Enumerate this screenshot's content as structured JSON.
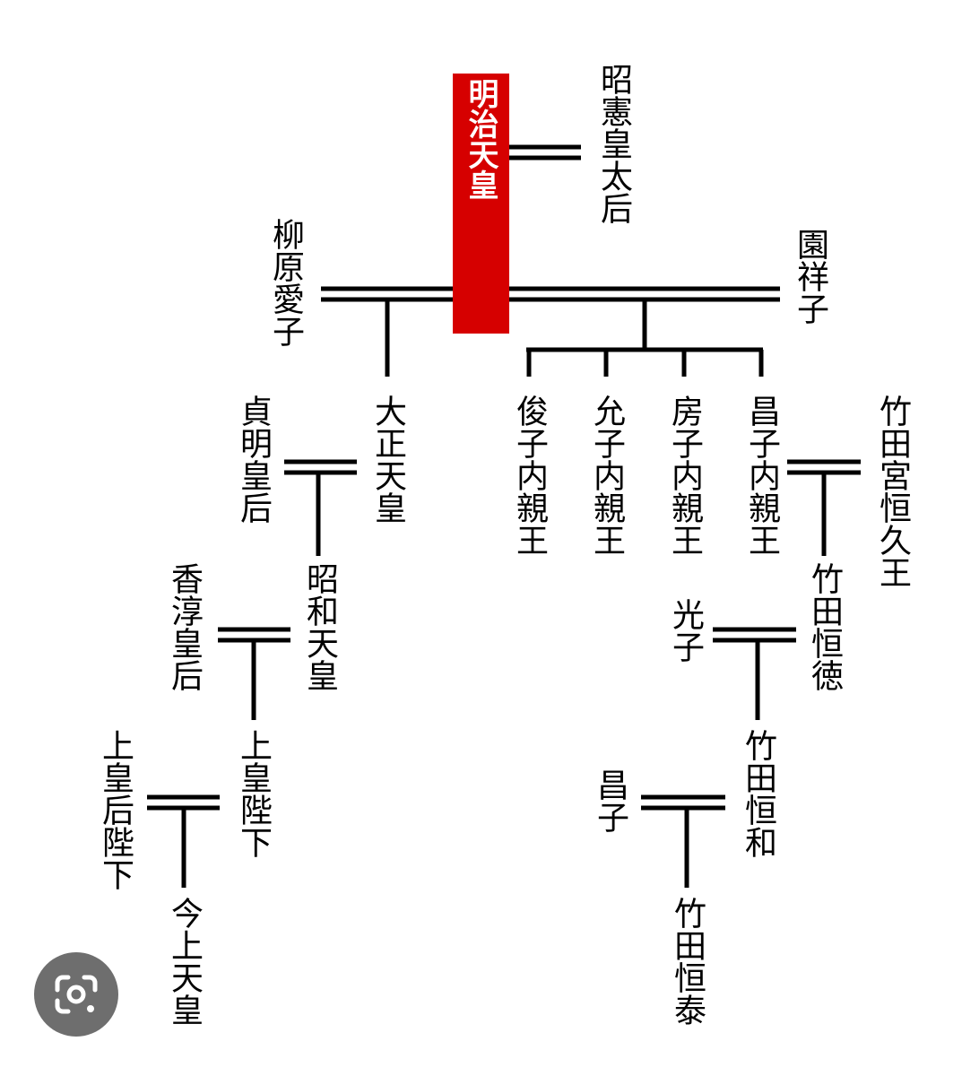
{
  "colors": {
    "highlight": "#d60000",
    "line": "#000000",
    "text": "#000000",
    "lens": "#6e6e6e"
  },
  "people": {
    "meiji": "明治天皇",
    "shoken": "昭憲皇太后",
    "yanagiwara": "柳原愛子",
    "sono": "園祥子",
    "taisho": "大正天皇",
    "teimei": "貞明皇后",
    "toshiko": "俊子内親王",
    "nobuko": "允子内親王",
    "fusako": "房子内親王",
    "masako": "昌子内親王",
    "tsunehisa": "竹田宮恒久王",
    "showa": "昭和天皇",
    "kojun": "香淳皇后",
    "tsunenori": "竹田恒徳",
    "mitsuko": "光子",
    "joko": "上皇陛下",
    "jokogo": "上皇后陛下",
    "tsunekazu": "竹田恒和",
    "masako2": "昌子",
    "kinjo": "今上天皇",
    "tsuneyasu": "竹田恒泰"
  },
  "icons": {
    "lens": "camera-search-icon"
  }
}
